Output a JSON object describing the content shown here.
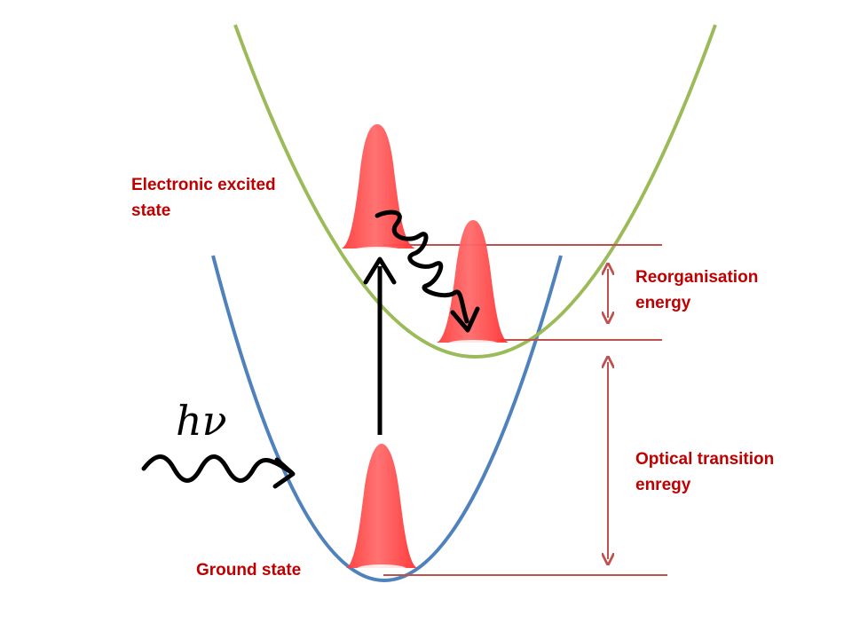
{
  "labels": {
    "excited_line1": "Electronic excited",
    "excited_line2": "state",
    "ground": "Ground state",
    "reorg_line1": "Reorganisation",
    "reorg_line2": "energy",
    "optical_line1": "Optical transition",
    "optical_line2": "enregy",
    "photon_symbol": "hν"
  },
  "colors": {
    "excited_curve": "#9bbb59",
    "ground_curve": "#4f81bd",
    "energy_marker": "#c0504d",
    "label_text": "#c00000",
    "wavepacket": "#ff5050",
    "arrows": "#000000"
  }
}
